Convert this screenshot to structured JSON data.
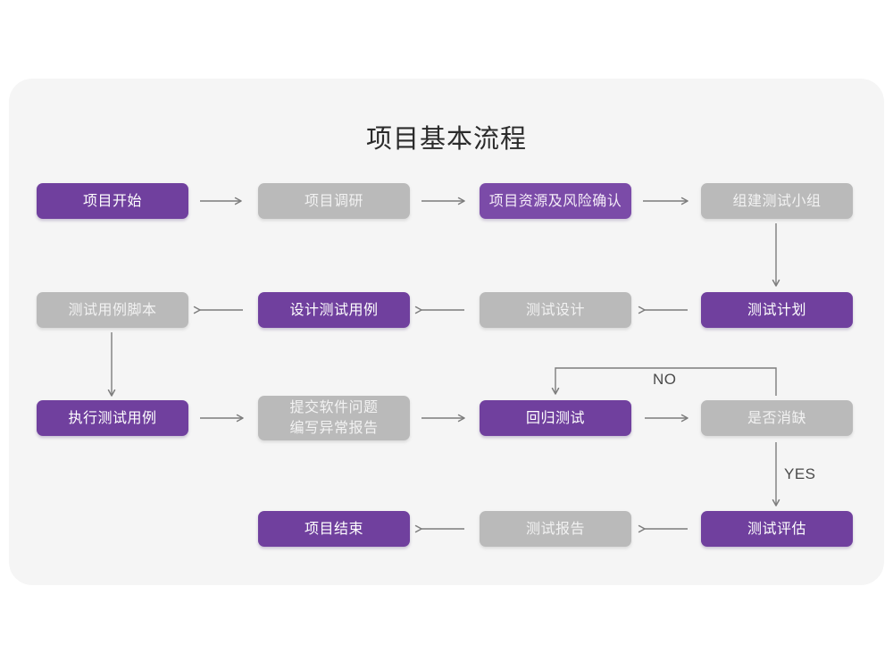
{
  "page": {
    "background": "#ffffff",
    "card_background": "#f5f5f5"
  },
  "title": "项目基本流程",
  "colors": {
    "purple": "#70409e",
    "purple_light": "#7b4ba8",
    "gray": "#bababa",
    "arrow": "#7d7d7d",
    "text_on_purple": "#ffffff",
    "text_on_gray": "#f2f2f2",
    "title_text": "#2b2b2b"
  },
  "flow": {
    "rows": [
      {
        "row_index": 1,
        "direction": "left-to-right",
        "nodes": [
          {
            "id": "n1",
            "label": "项目开始",
            "style": "purple"
          },
          {
            "id": "n2",
            "label": "项目调研",
            "style": "gray"
          },
          {
            "id": "n3",
            "label": "项目资源及风险确认",
            "style": "purple-light"
          },
          {
            "id": "n4",
            "label": "组建测试小组",
            "style": "gray"
          }
        ]
      },
      {
        "row_index": 2,
        "direction": "right-to-left",
        "nodes": [
          {
            "id": "n8",
            "label": "测试用例脚本",
            "style": "gray"
          },
          {
            "id": "n7",
            "label": "设计测试用例",
            "style": "purple"
          },
          {
            "id": "n6",
            "label": "测试设计",
            "style": "gray"
          },
          {
            "id": "n5",
            "label": "测试计划",
            "style": "purple"
          }
        ]
      },
      {
        "row_index": 3,
        "direction": "left-to-right",
        "nodes": [
          {
            "id": "n9",
            "label": "执行测试用例",
            "style": "purple"
          },
          {
            "id": "n10",
            "label": "提交软件问题\n编写异常报告",
            "style": "gray"
          },
          {
            "id": "n11",
            "label": "回归测试",
            "style": "purple"
          },
          {
            "id": "n12",
            "label": "是否消缺",
            "style": "gray"
          }
        ]
      },
      {
        "row_index": 4,
        "direction": "right-to-left",
        "nodes": [
          {
            "id": "n15",
            "label": "项目结束",
            "style": "purple"
          },
          {
            "id": "n14",
            "label": "测试报告",
            "style": "gray"
          },
          {
            "id": "n13",
            "label": "测试评估",
            "style": "purple"
          }
        ]
      }
    ],
    "decision_labels": {
      "no": "NO",
      "yes": "YES"
    }
  }
}
